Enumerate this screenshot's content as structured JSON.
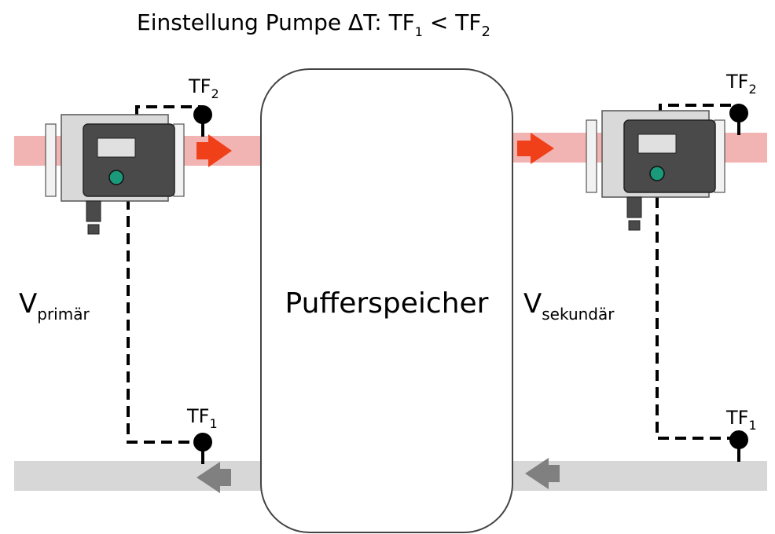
{
  "title": {
    "prefix": "Einstellung Pumpe ΔT:  TF",
    "sub1": "1",
    "mid": " < TF",
    "sub2": "2"
  },
  "tank": {
    "label": "Pufferspeicher"
  },
  "left": {
    "sensor_top": {
      "main": "TF",
      "sub": "2"
    },
    "sensor_bottom": {
      "main": "TF",
      "sub": "1"
    },
    "flow": {
      "main": "V",
      "sub": "primär"
    }
  },
  "right": {
    "sensor_top": {
      "main": "TF",
      "sub": "2"
    },
    "sensor_bottom": {
      "main": "TF",
      "sub": "1"
    },
    "flow": {
      "main": "V",
      "sub": "sekundär"
    }
  },
  "colors": {
    "hot_pipe": "#f2b3b3",
    "cold_pipe": "#d7d7d7",
    "hot_arrow": "#f0401a",
    "cold_arrow": "#808080",
    "pump_body": "#4a4a4a",
    "pump_housing": "#d9d9d9",
    "pump_led": "#1a9a7a"
  }
}
